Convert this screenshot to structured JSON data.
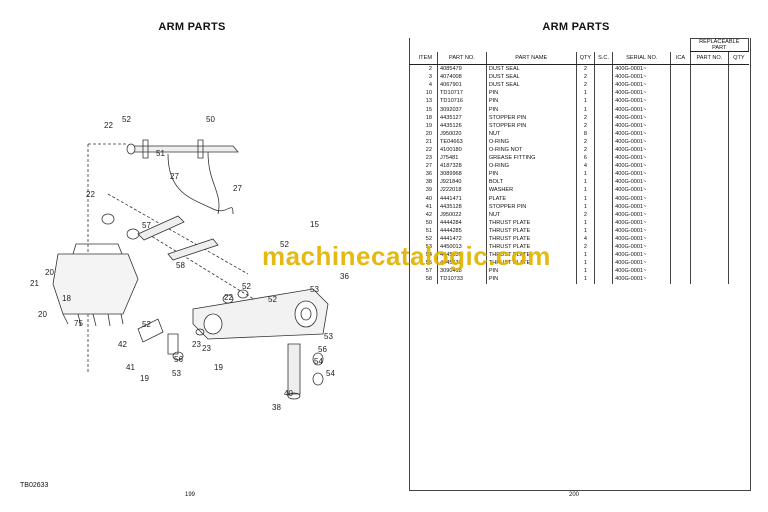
{
  "left_page": {
    "title": "ARM PARTS",
    "drawing_ref": "TB02633",
    "page_number": "199",
    "callouts": [
      "52",
      "50",
      "51",
      "27",
      "27",
      "22",
      "22",
      "57",
      "15",
      "20",
      "21",
      "18",
      "20",
      "52",
      "58",
      "52",
      "22",
      "52",
      "53",
      "36",
      "75",
      "52",
      "23",
      "23",
      "19",
      "42",
      "41",
      "19",
      "53",
      "56",
      "56",
      "40",
      "38",
      "54",
      "54",
      "53"
    ]
  },
  "right_page": {
    "title": "ARM PARTS",
    "page_number": "200",
    "table": {
      "group_header": "REPLACEABLE PART",
      "headers": [
        "ITEM",
        "PART NO.",
        "PART NAME",
        "QTY",
        "S.C.",
        "SERIAL NO.",
        "ICA",
        "PART NO.",
        "QTY"
      ],
      "rows": [
        [
          "2",
          "4085479",
          "DUST SEAL",
          "2",
          "",
          "400G-0001~",
          "",
          "",
          ""
        ],
        [
          "3",
          "4074008",
          "DUST SEAL",
          "2",
          "",
          "400G-0001~",
          "",
          "",
          ""
        ],
        [
          "4",
          "4067901",
          "DUST SEAL",
          "2",
          "",
          "400G-0001~",
          "",
          "",
          ""
        ],
        [
          "10",
          "TD10717",
          "PIN",
          "1",
          "",
          "400G-0001~",
          "",
          "",
          ""
        ],
        [
          "13",
          "TD10716",
          "PIN",
          "1",
          "",
          "400G-0001~",
          "",
          "",
          ""
        ],
        [
          "15",
          "3092037",
          "PIN",
          "1",
          "",
          "400G-0001~",
          "",
          "",
          ""
        ],
        [
          "18",
          "4435127",
          "STOPPER PIN",
          "2",
          "",
          "400G-0001~",
          "",
          "",
          ""
        ],
        [
          "19",
          "4435126",
          "STOPPER PIN",
          "2",
          "",
          "400G-0001~",
          "",
          "",
          ""
        ],
        [
          "20",
          "J950020",
          "NUT",
          "8",
          "",
          "400G-0001~",
          "",
          "",
          ""
        ],
        [
          "21",
          "TE04663",
          "O-RING",
          "2",
          "",
          "400G-0001~",
          "",
          "",
          ""
        ],
        [
          "22",
          "4100180",
          "O-RING NOT",
          "2",
          "",
          "400G-0001~",
          "",
          "",
          ""
        ],
        [
          "23",
          "J75481",
          "GREASE FITTING",
          "6",
          "",
          "400G-0001~",
          "",
          "",
          ""
        ],
        [
          "27",
          "4187328",
          "O-RING",
          "4",
          "",
          "400G-0001~",
          "",
          "",
          ""
        ],
        [
          "36",
          "3089968",
          "PIN",
          "1",
          "",
          "400G-0001~",
          "",
          "",
          ""
        ],
        [
          "38",
          "J921840",
          "BOLT",
          "1",
          "",
          "400G-0001~",
          "",
          "",
          ""
        ],
        [
          "39",
          "J222018",
          "WASHER",
          "1",
          "",
          "400G-0001~",
          "",
          "",
          ""
        ],
        [
          "40",
          "4441471",
          "PLATE",
          "1",
          "",
          "400G-0001~",
          "",
          "",
          ""
        ],
        [
          "41",
          "4435128",
          "STOPPER PIN",
          "1",
          "",
          "400G-0001~",
          "",
          "",
          ""
        ],
        [
          "42",
          "J950022",
          "NUT",
          "2",
          "",
          "400G-0001~",
          "",
          "",
          ""
        ],
        [
          "50",
          "4444284",
          "THRUST PLATE",
          "1",
          "",
          "400G-0001~",
          "",
          "",
          ""
        ],
        [
          "51",
          "4444285",
          "THRUST PLATE",
          "1",
          "",
          "400G-0001~",
          "",
          "",
          ""
        ],
        [
          "52",
          "4441472",
          "THRUST PLATE",
          "4",
          "",
          "400G-0001~",
          "",
          "",
          ""
        ],
        [
          "53",
          "4450013",
          "THRUST PLATE",
          "2",
          "",
          "400G-0001~",
          "",
          "",
          ""
        ],
        [
          "54",
          "4445635",
          "THRUST PLATE",
          "1",
          "",
          "400G-0001~",
          "",
          "",
          ""
        ],
        [
          "55",
          "4445636",
          "THRUST PLATE",
          "1",
          "",
          "400G-0001~",
          "",
          "",
          ""
        ],
        [
          "57",
          "3090418",
          "PIN",
          "1",
          "",
          "400G-0001~",
          "",
          "",
          ""
        ],
        [
          "58",
          "TD10733",
          "PIN",
          "1",
          "",
          "400G-0001~",
          "",
          "",
          ""
        ]
      ]
    }
  },
  "watermark": "machinecatalogic.com",
  "colors": {
    "watermark": "#e3b400",
    "ink": "#111111",
    "paper": "#ffffff"
  }
}
